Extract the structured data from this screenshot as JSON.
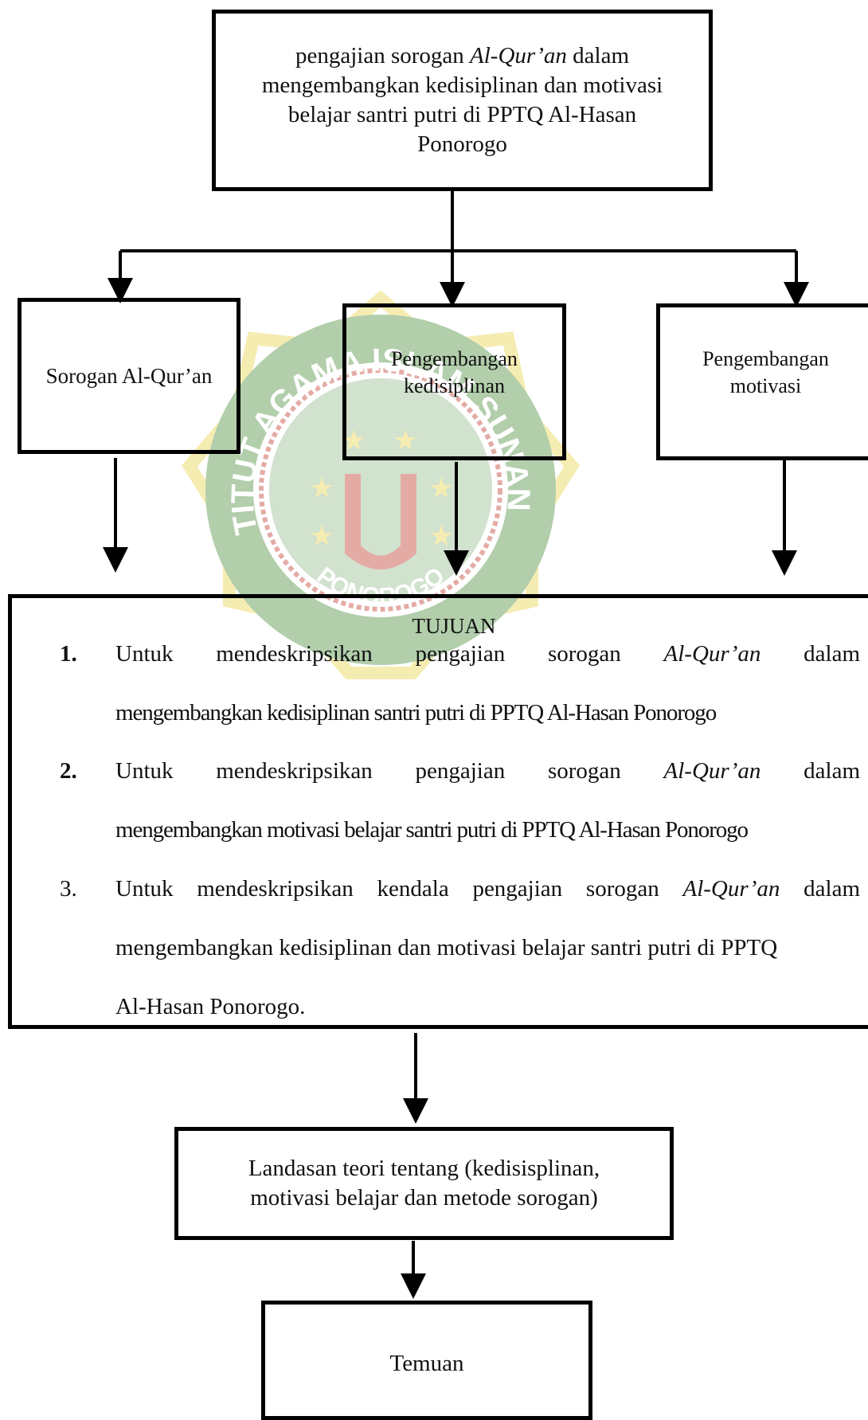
{
  "top_box": {
    "line1_pre": "pengajian sorogan ",
    "line1_italic": "Al-Qur’an",
    "line1_post": " dalam",
    "line2": "mengembangkan kedisiplinan dan motivasi",
    "line3": "belajar santri putri di PPTQ Al-Hasan",
    "line4": "Ponorogo"
  },
  "branches": [
    {
      "label": "Sorogan Al-Qur’an"
    },
    {
      "label_line1": "Pengembangan",
      "label_line2": "kedisiplinan"
    },
    {
      "label_line1": "Pengembangan",
      "label_line2": "motivasi"
    }
  ],
  "tujuan": {
    "title": "TUJUAN",
    "goals": [
      {
        "number": "1.",
        "words": [
          "Untuk",
          "mendeskripsikan",
          "pengajian",
          "sorogan",
          "Al-Qur’an",
          "dalam"
        ],
        "line2": "mengembangkan kedisiplinan santri putri di PPTQ  Al-Hasan Ponorogo"
      },
      {
        "number": "2.",
        "words": [
          "Untuk",
          "mendeskripsikan",
          "pengajian",
          "sorogan",
          "Al-Qur’an",
          "dalam"
        ],
        "line2": "mengembangkan motivasi belajar santri putri di PPTQ  Al-Hasan Ponorogo"
      },
      {
        "number": "3.",
        "words": [
          "Untuk",
          "mendeskripsikan",
          "kendala",
          "pengajian",
          "sorogan",
          "Al-Qur’an",
          "dalam"
        ],
        "line2": "mengembangkan kedisiplinan dan motivasi belajar santri putri di PPTQ",
        "line3": "Al-Hasan Ponorogo."
      }
    ]
  },
  "landasan": {
    "line1": "Landasan teori tentang (kedisisplinan,",
    "line2": "motivasi belajar dan metode sorogan)"
  },
  "temuan": {
    "label": "Temuan"
  },
  "watermark": {
    "arc_top": "INSTITUT AGAMA ISLAM SUNAN GIRI",
    "arc_bottom": "PONOROGO",
    "colors": {
      "green": "#4a8c3a",
      "yellow": "#e8d24a",
      "red": "#c0392b"
    }
  }
}
